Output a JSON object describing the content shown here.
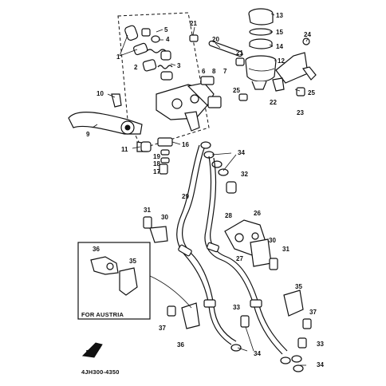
{
  "diagram": {
    "code": "4JH300-4350",
    "inset_label": "FOR AUSTRIA",
    "callouts": [
      {
        "id": "c13",
        "text": "13"
      },
      {
        "id": "c15",
        "text": "15"
      },
      {
        "id": "c14",
        "text": "14"
      },
      {
        "id": "c12",
        "text": "12"
      },
      {
        "id": "c24",
        "text": "24"
      },
      {
        "id": "c21a",
        "text": "21"
      },
      {
        "id": "c20",
        "text": "20"
      },
      {
        "id": "c21b",
        "text": "21"
      },
      {
        "id": "c5",
        "text": "5"
      },
      {
        "id": "c4",
        "text": "4"
      },
      {
        "id": "c1",
        "text": "1"
      },
      {
        "id": "c2",
        "text": "2"
      },
      {
        "id": "c3",
        "text": "3"
      },
      {
        "id": "c6",
        "text": "6"
      },
      {
        "id": "c8",
        "text": "8"
      },
      {
        "id": "c7",
        "text": "7"
      },
      {
        "id": "c25a",
        "text": "25"
      },
      {
        "id": "c22",
        "text": "22"
      },
      {
        "id": "c25b",
        "text": "25"
      },
      {
        "id": "c23",
        "text": "23"
      },
      {
        "id": "c10",
        "text": "10"
      },
      {
        "id": "c9",
        "text": "9"
      },
      {
        "id": "c11",
        "text": "11"
      },
      {
        "id": "c16",
        "text": "16"
      },
      {
        "id": "c19",
        "text": "19"
      },
      {
        "id": "c18",
        "text": "18"
      },
      {
        "id": "c17",
        "text": "17"
      },
      {
        "id": "c34a",
        "text": "34"
      },
      {
        "id": "c32",
        "text": "32"
      },
      {
        "id": "c29",
        "text": "29"
      },
      {
        "id": "c28",
        "text": "28"
      },
      {
        "id": "c31a",
        "text": "31"
      },
      {
        "id": "c30a",
        "text": "30"
      },
      {
        "id": "c26",
        "text": "26"
      },
      {
        "id": "c27",
        "text": "27"
      },
      {
        "id": "c30b",
        "text": "30"
      },
      {
        "id": "c31b",
        "text": "31"
      },
      {
        "id": "c36a",
        "text": "36"
      },
      {
        "id": "c35a",
        "text": "35"
      },
      {
        "id": "c35b",
        "text": "35"
      },
      {
        "id": "c37a",
        "text": "37"
      },
      {
        "id": "c33a",
        "text": "33"
      },
      {
        "id": "c37b",
        "text": "37"
      },
      {
        "id": "c36b",
        "text": "36"
      },
      {
        "id": "c33b",
        "text": "33"
      },
      {
        "id": "c34b",
        "text": "34"
      }
    ]
  }
}
